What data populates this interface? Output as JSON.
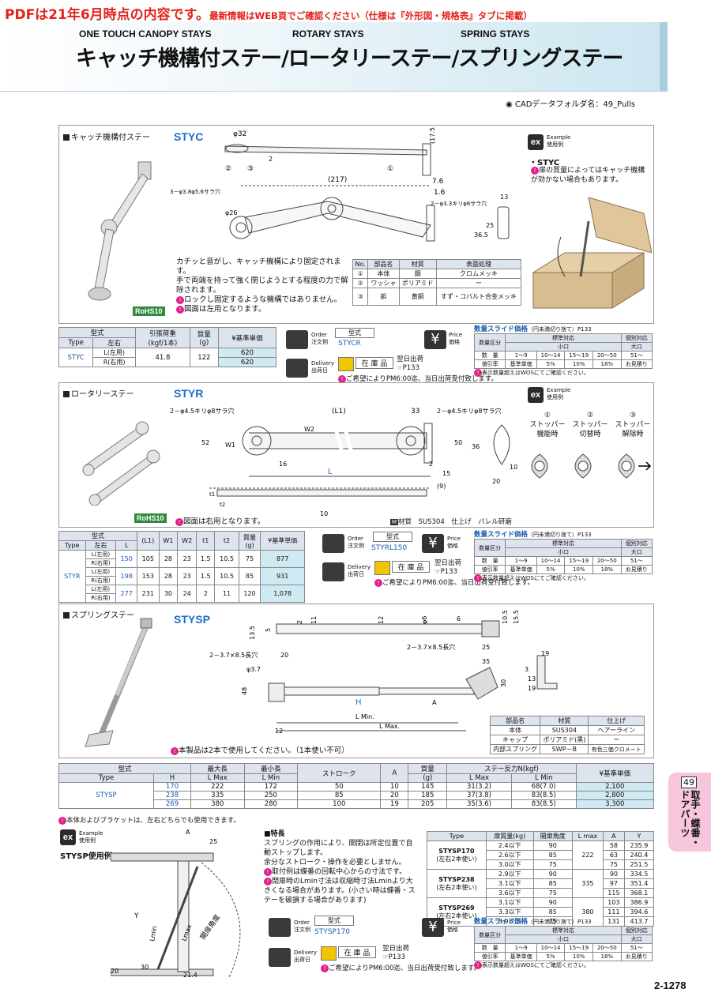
{
  "banner": {
    "big": "PDFは21年6月時点の内容です。",
    "small": "最新情報はWEB頁でご確認ください（仕様は『外形図・規格表』タブに掲載）"
  },
  "header": {
    "sub_en": [
      "ONE TOUCH CANOPY STAYS",
      "ROTARY STAYS",
      "SPRING STAYS"
    ],
    "title": "キャッチ機構付ステー/ロータリーステー/スプリングステー"
  },
  "cad": "CADデータフォルダ名：49_Pulls",
  "s1": {
    "title": "キャッチ機構付ステー",
    "code": "STYC",
    "rohs": "RoHS10",
    "dims": [
      "φ32",
      "(17.5)",
      "2",
      "②",
      "③",
      "①",
      "(217)",
      "7.6",
      "1.6",
      "3－φ3.8φ5.6サラ穴",
      "2－φ3.3キリφ6サラ穴",
      "φ26",
      "13",
      "25",
      "36.5"
    ],
    "desc": [
      "カチッと音がし、キャッチ機構により固定されます。",
      "手で両端を持って強く閉じようとする程度の力で解除されます。",
      "ロックし固定するような機構ではありません。",
      "図面は左用となります。"
    ],
    "parts_header": [
      "No.",
      "部品名",
      "材質",
      "表面処理"
    ],
    "parts": [
      [
        "①",
        "本体",
        "鋼",
        "クロムメッキ"
      ],
      [
        "②",
        "ワッシャ",
        "ポリアミド",
        "ー"
      ],
      [
        "③",
        "鋲",
        "黄銅",
        "すず・コバルト合金メッキ"
      ]
    ],
    "spec_header": [
      "型式",
      "引張荷重",
      "質量",
      "¥基準単価"
    ],
    "spec_sub": [
      "Type",
      "左右",
      "(kgf/1本)",
      "(g)"
    ],
    "spec_rows": [
      [
        "STYC",
        "L(左用)",
        "41.8",
        "122",
        "620"
      ],
      [
        "",
        "R(右用)",
        "",
        "",
        "620"
      ]
    ],
    "ex_label": "Example",
    "ex_jp": "使用例",
    "ex_code": "・STYC",
    "ex_note": "扉の質量によってはキャッチ機構が効かない場合もあります。",
    "order_label": "Order",
    "order_jp": "注文例",
    "order_type": "型式",
    "order_value": "STYCR",
    "delivery_label": "Delivery",
    "delivery_jp": "出荷日",
    "stock": "在 庫 品",
    "ship": "翌日出荷",
    "ship_ref": "P133",
    "note": "ご希望によりPM6:00迄、当日出荷受付致します。",
    "price_label": "Price",
    "price_jp": "価格"
  },
  "slide": {
    "title": "数量スライド価格",
    "note": "（円未満切り捨て）P133",
    "h1": [
      "数量区分",
      "標準対応",
      "個別対応"
    ],
    "h2": [
      "",
      "小口",
      "大口"
    ],
    "qty": [
      "数　量",
      "1～9",
      "10～14",
      "15～19",
      "20～50",
      "51～"
    ],
    "rate": [
      "値引率",
      "基準単価",
      "5%",
      "10%",
      "18%",
      "お見積り"
    ],
    "foot": "表示数量超えはWOSにてご確認ください。"
  },
  "s2": {
    "title": "ロータリーステー",
    "code": "STYR",
    "rohs": "RoHS10",
    "dims": [
      "2－φ4.5キリφ8サラ穴",
      "(L1)",
      "33",
      "2－φ4.5キリφ8サラ穴",
      "W2",
      "52",
      "W1",
      "16",
      "L",
      "2",
      "15",
      "(9)",
      "10",
      "20",
      "50",
      "36",
      "t1",
      "t2",
      "10"
    ],
    "desc": "図面は右用となります。",
    "material": "材質　SUS304　仕上げ　バレル研磨",
    "ex_label": "Example",
    "ex_jp": "使用例",
    "states": [
      {
        "no": "①",
        "l1": "ストッパー",
        "l2": "機能時"
      },
      {
        "no": "②",
        "l1": "ストッパー",
        "l2": "切替時"
      },
      {
        "no": "③",
        "l1": "ストッパー",
        "l2": "解除時"
      }
    ],
    "spec_header": [
      "型式",
      "(L1)",
      "W1",
      "W2",
      "t1",
      "t2",
      "質量",
      "¥基準単価"
    ],
    "spec_sub": [
      "Type",
      "左右",
      "L",
      "(g)"
    ],
    "spec_rows": [
      [
        "STYR",
        "L(左用)",
        "150",
        "105",
        "28",
        "23",
        "1.5",
        "10.5",
        "75",
        "877"
      ],
      [
        "",
        "R(右用)",
        "",
        "",
        "",
        "",
        "",
        "",
        "",
        ""
      ],
      [
        "",
        "L(左用)",
        "198",
        "153",
        "28",
        "23",
        "1.5",
        "10.5",
        "85",
        "931"
      ],
      [
        "",
        "R(右用)",
        "",
        "",
        "",
        "",
        "",
        "",
        "",
        ""
      ],
      [
        "",
        "L(左用)",
        "277",
        "231",
        "30",
        "24",
        "2",
        "11",
        "120",
        "1,078"
      ],
      [
        "",
        "R(右用)",
        "",
        "",
        "",
        "",
        "",
        "",
        "",
        ""
      ]
    ],
    "order_label": "Order",
    "order_jp": "注文例",
    "order_type": "型式",
    "order_value": "STYRL150",
    "delivery_label": "Delivery",
    "delivery_jp": "出荷日",
    "stock": "在 庫 品",
    "ship": "翌日出荷",
    "ship_ref": "P133",
    "note": "ご希望によりPM6:00迄、当日出荷受付致します。",
    "price_label": "Price",
    "price_jp": "価格"
  },
  "s3": {
    "title": "スプリングステー",
    "code": "STYSP",
    "dims": [
      "13.5",
      "5",
      "2",
      "11",
      "12",
      "φ6",
      "6",
      "10.5",
      "15.5",
      "20",
      "2－3.7×8.5長穴",
      "2－3.7×8.5長穴",
      "25",
      "35",
      "φ3.7",
      "19",
      "48",
      "30",
      "H",
      "A",
      "L Min.",
      "L Max.",
      "12",
      "3",
      "13",
      "19"
    ],
    "desc": "本製品は2本で使用してください。（1本使い不可）",
    "parts_header": [
      "部品名",
      "材質",
      "仕上げ"
    ],
    "parts": [
      [
        "本体",
        "SUS304",
        "ヘアーライン"
      ],
      [
        "キャップ",
        "ポリアミド(黒)",
        "ー"
      ],
      [
        "内部スプリング",
        "SWP－B",
        "有色三価クロメート"
      ]
    ],
    "spec_header": [
      "型式",
      "最大長",
      "最小長",
      "ストローク",
      "A",
      "質量",
      "ステー反力N(kgf)",
      "¥基準単価"
    ],
    "spec_sub": [
      "Type",
      "H",
      "L Max",
      "L Min",
      "(g)",
      "L Max",
      "L Min"
    ],
    "spec_rows": [
      [
        "STYSP",
        "170",
        "222",
        "172",
        "50",
        "10",
        "145",
        "31(3.2)",
        "68(7.0)",
        "2,100"
      ],
      [
        "",
        "238",
        "335",
        "250",
        "85",
        "20",
        "185",
        "37(3.8)",
        "83(8.5)",
        "2,800"
      ],
      [
        "",
        "269",
        "380",
        "280",
        "100",
        "19",
        "205",
        "35(3.6)",
        "83(8.5)",
        "3,300"
      ]
    ],
    "bracket_note": "本体およびブラケットは、左右どちらでも使用できます。",
    "ex_label": "Example",
    "ex_jp": "使用例",
    "ex_title": "STYSP使用例",
    "ex_dims": [
      "A",
      "25",
      "Y",
      "Lmin",
      "Lmax",
      "開扉角度",
      "20",
      "21.4",
      "30"
    ],
    "feat_title": "特長",
    "features": [
      "スプリングの作用により、開閉は所定位置で自動ストップします。",
      "余分なストローク・操作を必要としません。",
      "取付例は蝶番の回転中心からの寸法です。",
      "閉扉時のLmin寸法は収縮時寸法Lminより大きくなる場合があります。(小さい時は蝶番・ステーを破損する場合があります)"
    ],
    "app_header": [
      "Type",
      "扉質量(kg)",
      "開扉角度",
      "L max",
      "A",
      "Y"
    ],
    "app_groups": [
      {
        "type": "STYSP170",
        "sub": "(左右2本使い)",
        "lmax": "222",
        "rows": [
          [
            "2.4以下",
            "90",
            "58",
            "235.9"
          ],
          [
            "2.6以下",
            "85",
            "63",
            "240.4"
          ],
          [
            "3.0以下",
            "75",
            "75",
            "251.5"
          ]
        ]
      },
      {
        "type": "STYSP238",
        "sub": "(左右2本使い)",
        "lmax": "335",
        "rows": [
          [
            "2.9以下",
            "90",
            "90",
            "334.5"
          ],
          [
            "3.1以下",
            "85",
            "97",
            "351.4"
          ],
          [
            "3.6以下",
            "75",
            "115",
            "368.1"
          ]
        ]
      },
      {
        "type": "STYSP269",
        "sub": "(左右2本使い)",
        "lmax": "380",
        "rows": [
          [
            "3.1以下",
            "90",
            "103",
            "386.9"
          ],
          [
            "3.3以下",
            "85",
            "111",
            "394.6"
          ],
          [
            "3.9以下",
            "75",
            "131",
            "413.7"
          ]
        ]
      }
    ],
    "order_label": "Order",
    "order_jp": "注文例",
    "order_type": "型式",
    "order_value": "STYSP170",
    "delivery_label": "Delivery",
    "delivery_jp": "出荷日",
    "stock": "在 庫 品",
    "ship": "翌日出荷",
    "ship_ref": "P133",
    "note": "ご希望によりPM6:00迄、当日出荷受付致します。",
    "price_label": "Price",
    "price_jp": "価格"
  },
  "sidetab": {
    "num": "49",
    "text": "取手・蝶番・ドアパーツ"
  },
  "page": "2-1278",
  "colors": {
    "accent_red": "#e2231a",
    "title_blue": "#1a6ec8",
    "cyan": "#cfeaf3",
    "sidetab": "#f7c6dd"
  }
}
